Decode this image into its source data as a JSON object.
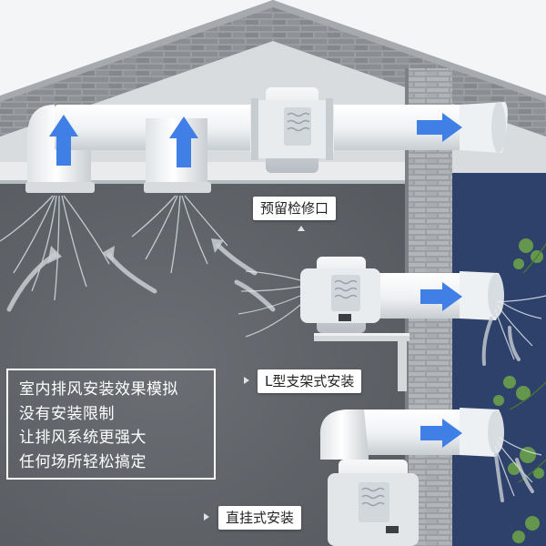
{
  "labels": {
    "maintenance_port": "预留检修口",
    "l_bracket": "L型支架式安装",
    "direct_hanging": "直挂式安装"
  },
  "info_box": {
    "lines": [
      "室内排风安装效果模拟",
      "没有安装限制",
      "让排风系统更强大",
      "任何场所轻松搞定"
    ]
  },
  "colors": {
    "wall": "#5d6166",
    "ceiling": "#e6e8ea",
    "roof_brick": "#8f9398",
    "right_wall": "#2b3e63",
    "duct": "#f2f4f5",
    "arrow": "#3f7fe6",
    "airflow": "#e8eef2"
  }
}
